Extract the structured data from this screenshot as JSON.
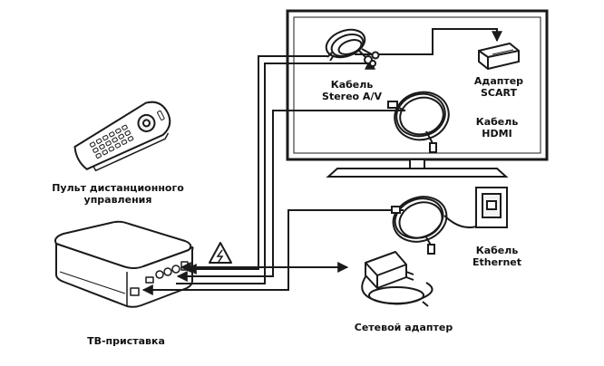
{
  "labels": {
    "remote": [
      "Пульт дистанционного",
      "управления"
    ],
    "stb": "ТВ-приставка",
    "stereo_cable": [
      "Кабель",
      "Stereo A/V"
    ],
    "scart_adapter": [
      "Адаптер",
      "SCART"
    ],
    "hdmi_cable": [
      "Кабель",
      "HDMI"
    ],
    "ethernet_cable": [
      "Кабель",
      "Ethernet"
    ],
    "power_adapter": "Сетевой адаптер"
  },
  "colors": {
    "stroke": "#1a1a1a",
    "fill": "#ffffff",
    "light_fill": "#f2f2f2"
  },
  "icons": [
    "tv-icon",
    "remote-control-icon",
    "set-top-box-icon",
    "stereo-av-cable-icon",
    "scart-adapter-icon",
    "hdmi-cable-icon",
    "ethernet-cable-icon",
    "wall-socket-icon",
    "power-adapter-icon",
    "high-voltage-warning-icon"
  ]
}
